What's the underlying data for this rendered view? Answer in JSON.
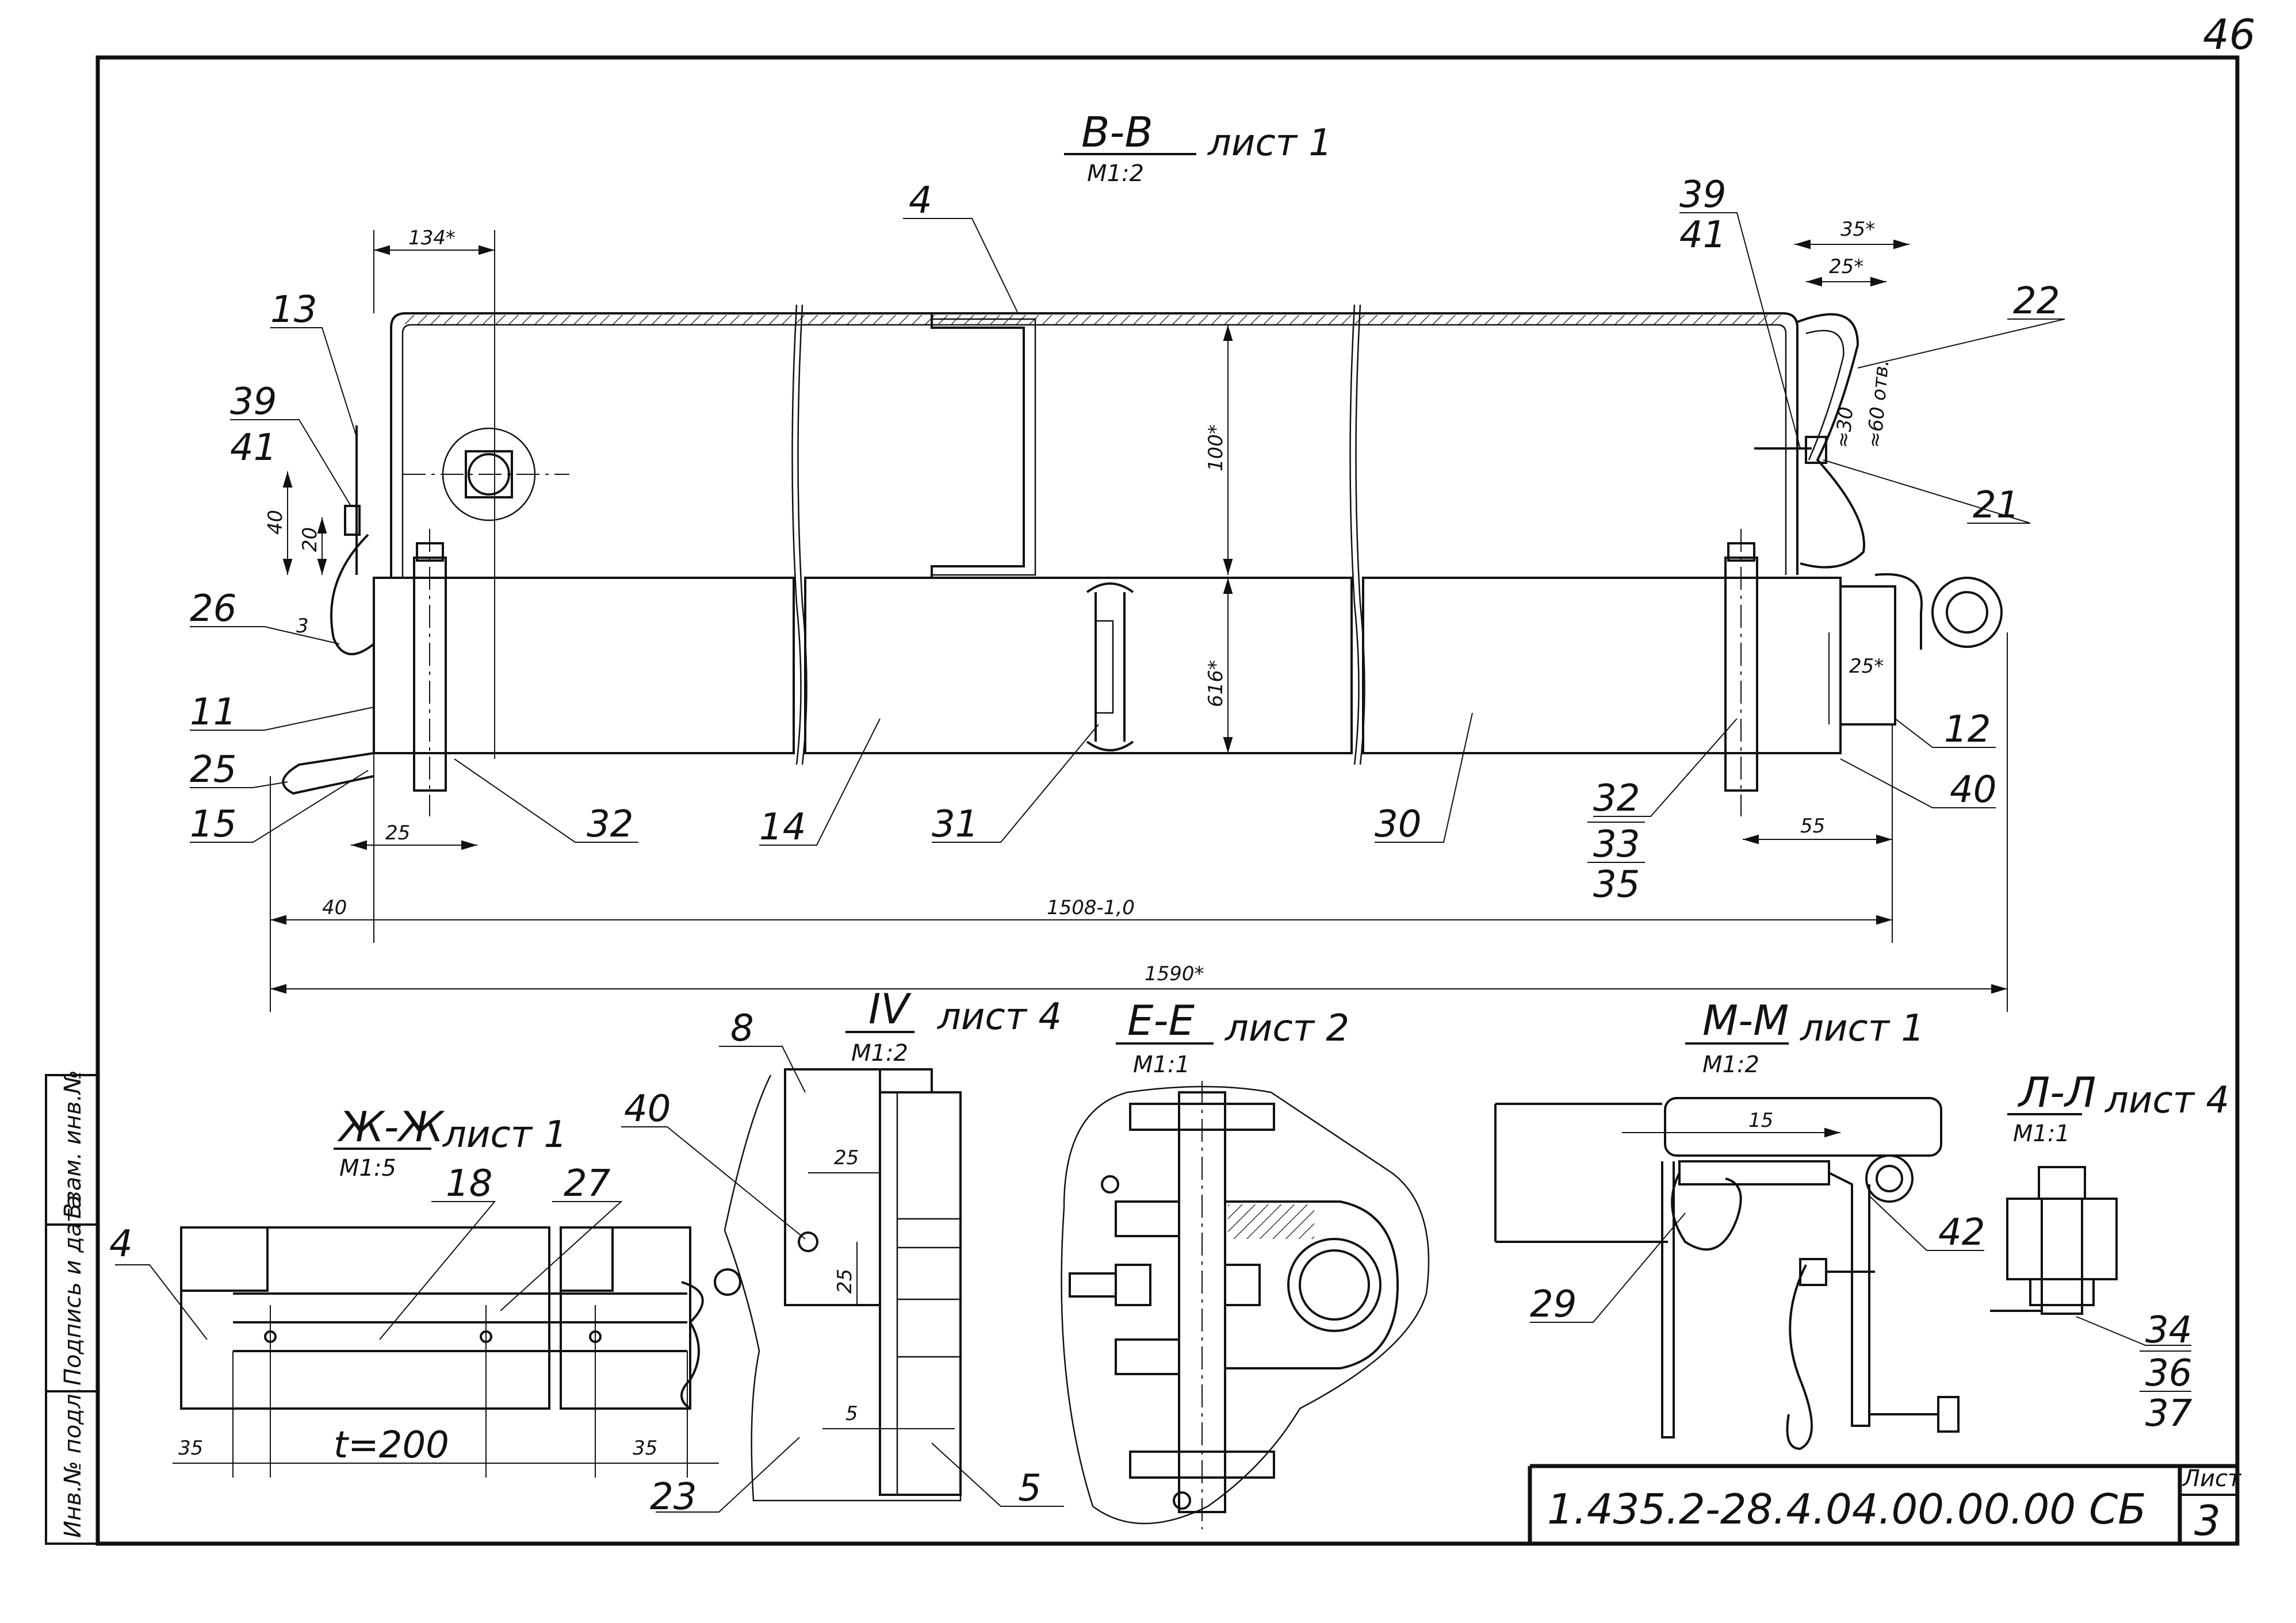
{
  "page_number": "46",
  "sheet_label": "Лист",
  "sheet_number": "3",
  "document_code": "1.435.2-28.4.04.00.00.00 СБ",
  "side_stamps": [
    "Инв.№ подл.",
    "Подпись и дата",
    "Взам. инв.№"
  ],
  "views": {
    "bb": {
      "title": "В-В",
      "scale": "М1:2",
      "ref": "лист 1"
    },
    "zhzh": {
      "title": "Ж-Ж",
      "scale": "М1:5",
      "ref": "лист 1"
    },
    "iv": {
      "title": "IV",
      "scale": "М1:2",
      "ref": "лист 4"
    },
    "ee": {
      "title": "Е-Е",
      "scale": "М1:1",
      "ref": "лист 2"
    },
    "mm": {
      "title": "М-М",
      "scale": "М1:2",
      "ref": "лист 1"
    },
    "ll": {
      "title": "Л-Л",
      "scale": "М1:1",
      "ref": "лист 4"
    }
  },
  "positions": {
    "p4": "4",
    "p13": "13",
    "p39a": "39",
    "p41a": "41",
    "p26": "26",
    "p11": "11",
    "p25": "25",
    "p15": "15",
    "p32a": "32",
    "p14": "14",
    "p31": "31",
    "p30": "30",
    "p39b": "39",
    "p41b": "41",
    "p22": "22",
    "p21": "21",
    "p12": "12",
    "p40a": "40",
    "p32b": "32",
    "p33": "33",
    "p35": "35",
    "z4": "4",
    "z18": "18",
    "z27": "27",
    "iv8": "8",
    "iv40": "40",
    "iv23": "23",
    "iv5": "5",
    "m29": "29",
    "m42": "42",
    "l34": "34",
    "l36": "36",
    "l37": "37"
  },
  "dimensions": {
    "d134": "134*",
    "d35s": "35*",
    "d25s": "25*",
    "d60": "≈60 отв.",
    "d30": "≈30",
    "d40": "40",
    "d20": "20",
    "d3": "3",
    "d100": "100*",
    "d616": "616*",
    "d25r": "25*",
    "d25": "25",
    "d55": "55",
    "d40b": "40",
    "d1508": "1508-1,0",
    "d1590": "1590*",
    "z35a": "35",
    "zt": "t=200",
    "z35b": "35",
    "iv25a": "25",
    "iv25b": "25",
    "iv5": "5",
    "m15": "15"
  }
}
